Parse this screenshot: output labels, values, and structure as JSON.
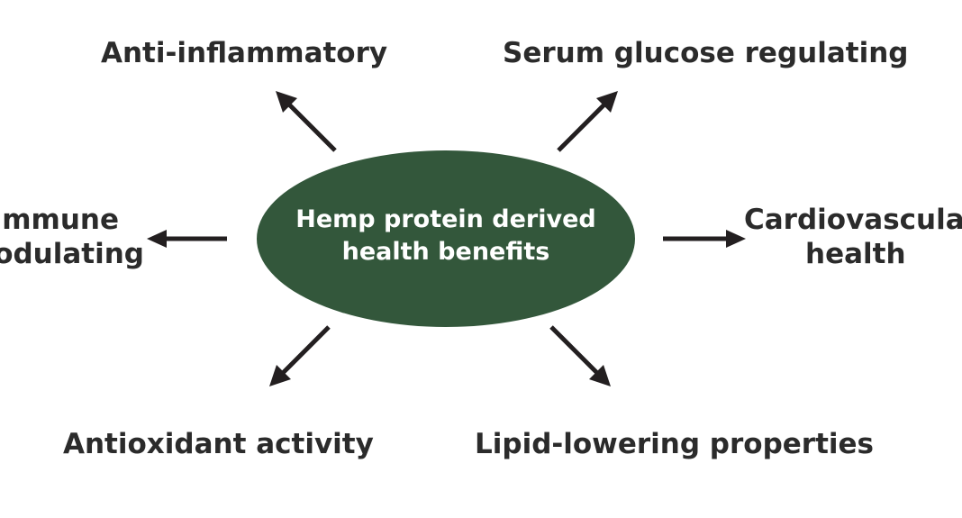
{
  "center": {
    "line1": "Hemp protein derived",
    "line2": "health benefits",
    "fill_color": "#33573b",
    "text_color": "#ffffff"
  },
  "benefits": {
    "anti_inflammatory": "Anti-inflammatory",
    "serum_glucose": "Serum glucose regulating",
    "immune_line1": "Immune",
    "immune_line2": "modulating",
    "cardio_line1": "Cardiovascular",
    "cardio_line2": "health",
    "antioxidant": "Antioxidant activity",
    "lipid_lowering": "Lipid-lowering properties"
  },
  "arrow_color": "#231f20",
  "label_color": "#2b2b2b"
}
